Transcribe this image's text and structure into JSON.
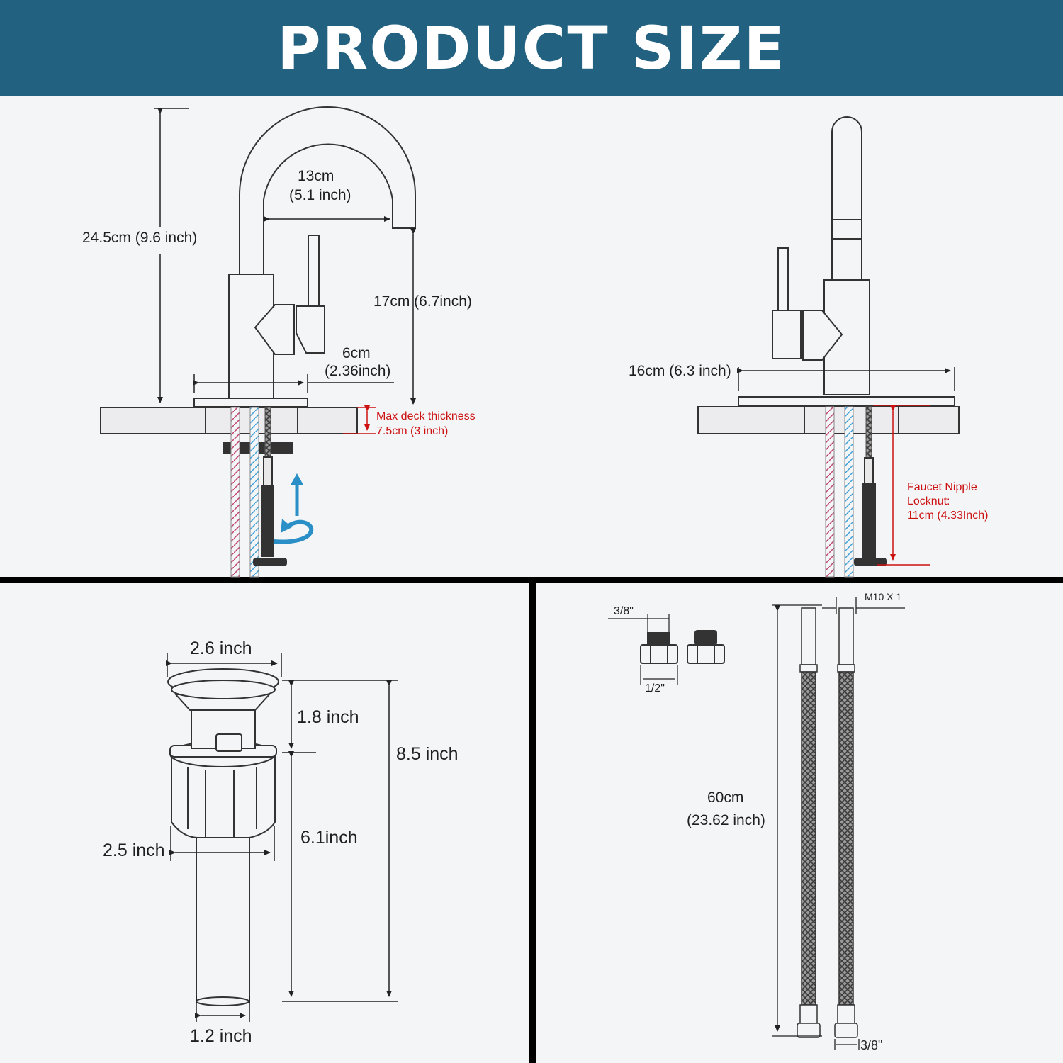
{
  "header": {
    "title": "PRODUCT SIZE"
  },
  "colors": {
    "banner": "#236180",
    "accent_red": "#cc1111",
    "divider": "#000000",
    "arrow_blue": "#2a8fc7"
  },
  "faucet_front": {
    "height_total": "24.5cm (9.6 inch)",
    "reach_cm": "13cm",
    "reach_in": "(5.1 inch)",
    "spout_height": "17cm (6.7inch)",
    "base_cm": "6cm",
    "base_in": "(2.36inch)",
    "deck_line1": "Max deck thickness",
    "deck_line2": "7.5cm (3 inch)"
  },
  "faucet_side": {
    "plate_width": "16cm (6.3 inch)",
    "nipple_line1": "Faucet Nipple",
    "nipple_line2": "Locknut:",
    "nipple_line3": "11cm (4.33Inch)"
  },
  "drain": {
    "cap_width": "2.6 inch",
    "top_height": "1.8 inch",
    "total_height": "8.5 inch",
    "body_height": "6.1inch",
    "body_width": "2.5 inch",
    "pipe_width": "1.2 inch"
  },
  "hoses": {
    "adapter_top": "3/8\"",
    "adapter_bottom": "1/2\"",
    "thread": "M10 X 1",
    "length_cm": "60cm",
    "length_in": "(23.62 inch)",
    "bottom_fit": "3/8\""
  }
}
